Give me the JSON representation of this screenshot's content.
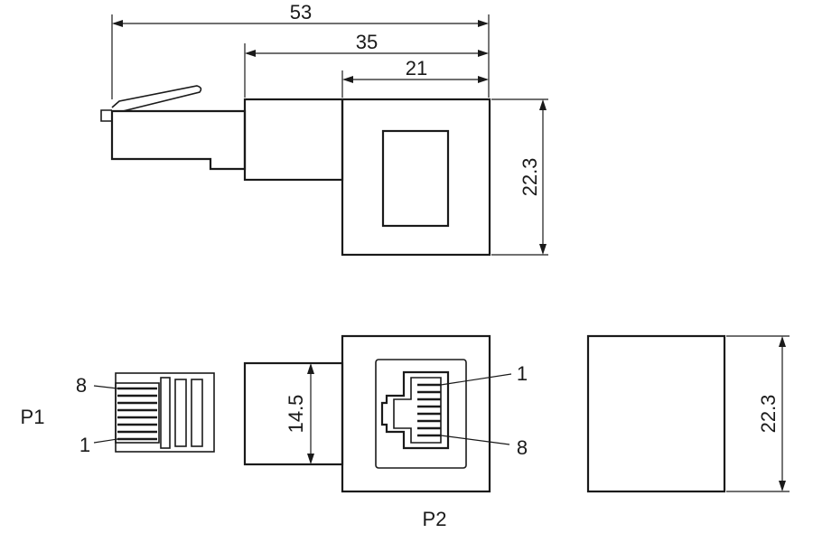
{
  "dimensions": {
    "overall_length": "53",
    "body_length": "35",
    "jack_length": "21",
    "jack_height_side": "22.3",
    "plug_body_height": "14.5",
    "jack_height_end": "22.3"
  },
  "pins": {
    "plug_top": "8",
    "plug_bottom": "1",
    "jack_top": "1",
    "jack_bottom": "8"
  },
  "ports": {
    "plug_label": "P1",
    "jack_label": "P2"
  }
}
